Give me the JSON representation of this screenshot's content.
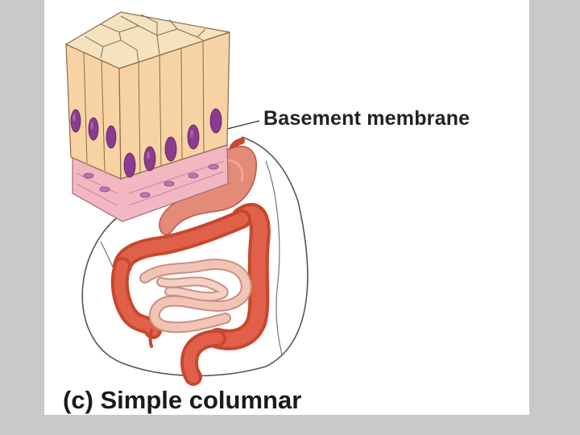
{
  "labels": {
    "basement_membrane": "Basement membrane"
  },
  "caption": "(c) Simple columnar",
  "colors": {
    "background": "#c9c9c9",
    "panel": "#ffffff",
    "cell_fill": "#f7d3a4",
    "cell_top": "#f4e2c0",
    "nucleus": "#8a3c8e",
    "basement_layer": "#f3b6c3",
    "stomach": "#e48a78",
    "large_intestine": "#d9553c",
    "small_intestine": "#f2c4b6"
  },
  "icons": {
    "tissue_block": "columnar-epithelium-block",
    "organ": "digestive-tract"
  }
}
